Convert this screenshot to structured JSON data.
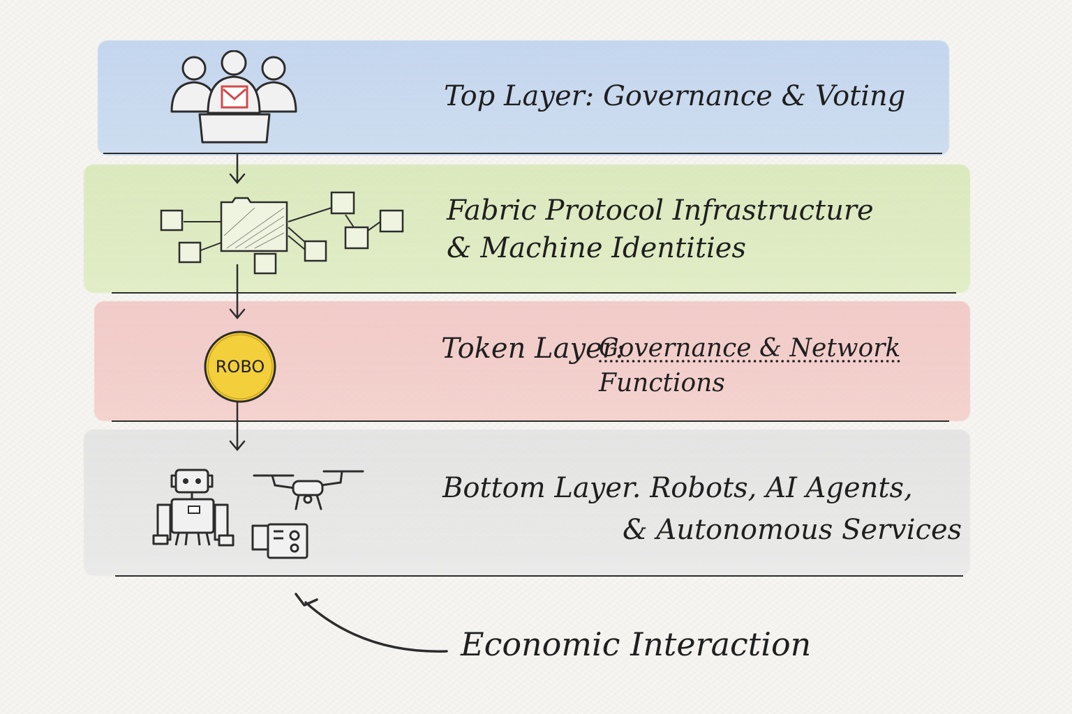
{
  "layers": [
    {
      "id": "top",
      "text": "Top Layer: Governance & Voting"
    },
    {
      "id": "infra",
      "line1": "Fabric Protocol Infrastructure",
      "line2": "& Machine Identities"
    },
    {
      "id": "token",
      "prefix": "Token Layer:",
      "line1": "Governance & Network",
      "line2": "Functions"
    },
    {
      "id": "bottom",
      "line1": "Bottom Layer. Robots, AI Agents,",
      "line2": "& Autonomous Services"
    }
  ],
  "coin_label": "ROBO",
  "footer": {
    "label": "Economic Interaction"
  },
  "colors": {
    "top_band": "#c0d5f0",
    "infra_band": "#d9e9b6",
    "token_band": "#f2c4c1",
    "bottom_band": "#e1e1e1",
    "coin": "#f3cf3b",
    "ballot_mark": "#d24a4a",
    "ink": "#2c2c2c"
  },
  "icons": [
    "people-voting-icon",
    "network-nodes-icon",
    "robo-coin-icon",
    "robot-icon",
    "drone-icon",
    "device-box-icon",
    "curved-arrow-icon"
  ]
}
